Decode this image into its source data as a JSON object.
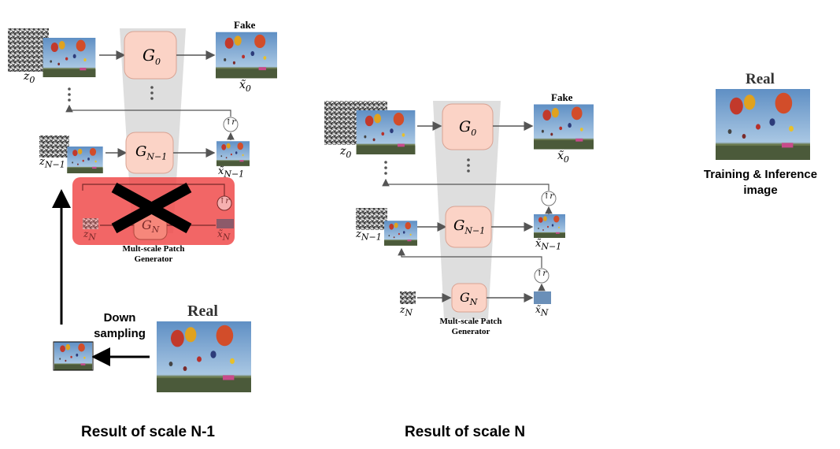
{
  "panels": {
    "scale_n_minus_1": {
      "caption": "Result of scale N-1",
      "fake_label": "Fake",
      "generators": {
        "g0": "G",
        "g0_sub": "0",
        "gn1": "G",
        "gn1_sub": "N−1",
        "gn": "G",
        "gn_sub": "N"
      },
      "noise": {
        "z0": "z",
        "z0_sub": "0",
        "zn1": "z",
        "zn1_sub": "N−1",
        "zn": "z",
        "zn_sub": "N"
      },
      "outputs": {
        "x0": "x̃",
        "x0_sub": "0",
        "xn1": "x̃",
        "xn1_sub": "N−1",
        "xn": "x̃",
        "xn_sub": "N"
      },
      "upsample_symbol": "↑r",
      "generator_group_label_line1": "Mult-scale Patch",
      "generator_group_label_line2": "Generator",
      "real_label": "Real",
      "down_label_line1": "Down",
      "down_label_line2": "sampling",
      "removed_mark": "X"
    },
    "scale_n": {
      "caption": "Result of scale N",
      "fake_label": "Fake",
      "generators": {
        "g0": "G",
        "g0_sub": "0",
        "gn1": "G",
        "gn1_sub": "N−1",
        "gn": "G",
        "gn_sub": "N"
      },
      "noise": {
        "z0": "z",
        "z0_sub": "0",
        "zn1": "z",
        "zn1_sub": "N−1",
        "zn": "z",
        "zn_sub": "N"
      },
      "outputs": {
        "x0": "x̃",
        "x0_sub": "0",
        "xn1": "x̃",
        "xn1_sub": "N−1",
        "xn": "x̃",
        "xn_sub": "N"
      },
      "upsample_symbol": "↑r",
      "generator_group_label_line1": "Mult-scale Patch",
      "generator_group_label_line2": "Generator"
    },
    "reference": {
      "real_label": "Real",
      "note_line1": "Training & Inference",
      "note_line2": "image"
    }
  },
  "colors": {
    "generator_fill": "#fbd3c6",
    "generator_stroke": "#d9a393",
    "funnel": "#d8d8d8",
    "removed_overlay": "#f04b4b",
    "sky": "#7fa8d2",
    "crowd": "#4b5a3a"
  }
}
